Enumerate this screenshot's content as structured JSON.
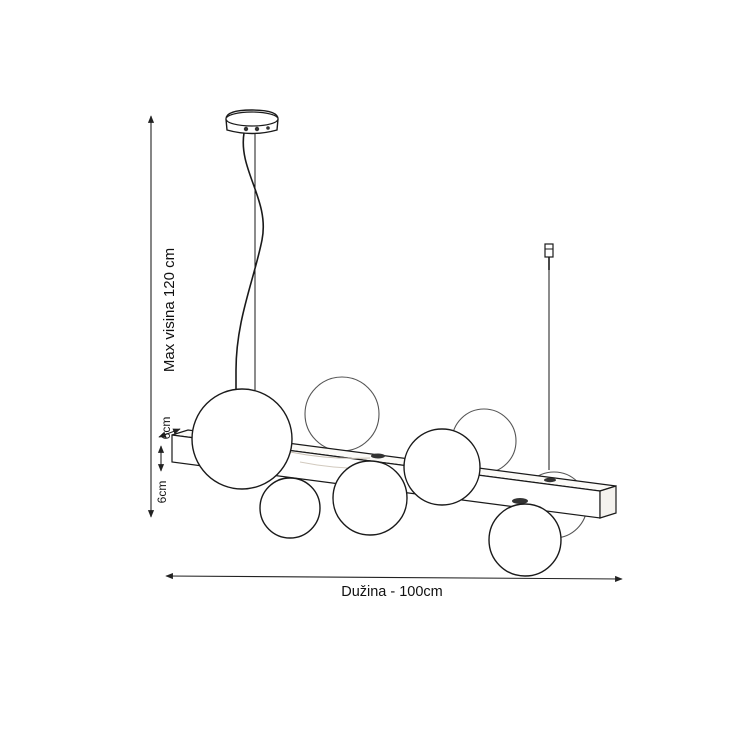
{
  "dimensions": {
    "max_height": "Max visina 120 cm",
    "beam_depth": "6cm",
    "beam_height": "6cm",
    "length": "Dužina - 100cm"
  }
}
